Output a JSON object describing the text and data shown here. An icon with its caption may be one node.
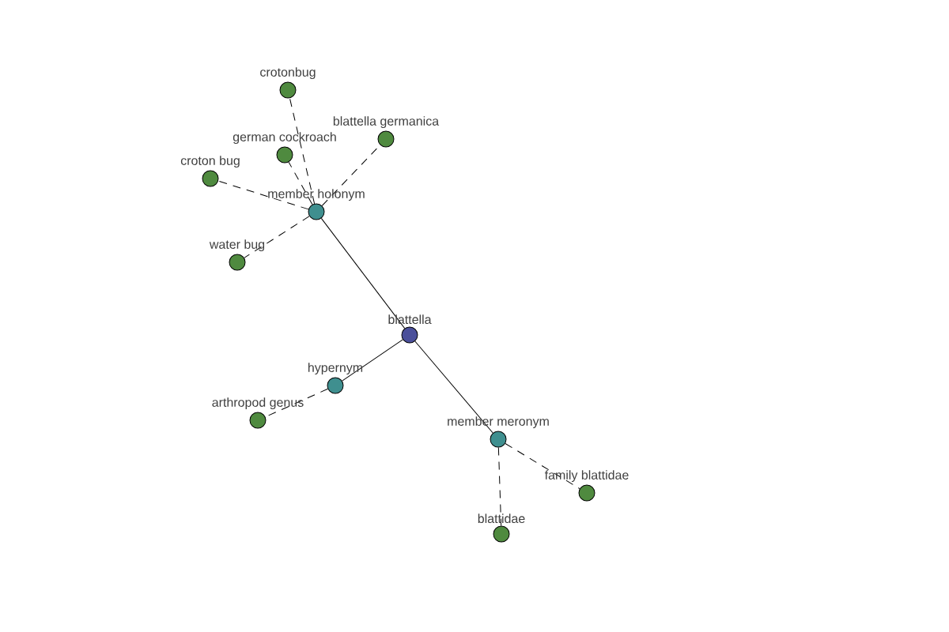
{
  "diagram": {
    "nodes": [
      {
        "text": [
          "blattella"
        ]
      },
      {
        "text": [
          "member holonym"
        ]
      },
      {
        "text": [
          "crotonbug"
        ]
      },
      {
        "text": [
          "german cockroach"
        ]
      },
      {
        "text": [
          "blattella germanica"
        ]
      },
      {
        "text": [
          "croton bug"
        ]
      },
      {
        "text": [
          "water bug"
        ]
      },
      {
        "text": [
          "hypernym"
        ]
      },
      {
        "text": [
          "arthropod genus"
        ]
      },
      {
        "text": [
          "member meronym"
        ]
      },
      {
        "text": [
          "family blattidae"
        ]
      },
      {
        "text": [
          "blattidae"
        ]
      }
    ],
    "edges": [
      {
        "from": 0,
        "to": 1,
        "arrow": "none"
      },
      {
        "from": 1,
        "to": 2,
        "arrow": "none",
        "style": "dashed"
      },
      {
        "from": 1,
        "to": 3,
        "arrow": "none",
        "style": "dashed"
      },
      {
        "from": 1,
        "to": 4,
        "arrow": "none",
        "style": "dashed"
      },
      {
        "from": 1,
        "to": 5,
        "arrow": "none",
        "style": "dashed"
      },
      {
        "from": 1,
        "to": 6,
        "arrow": "none",
        "style": "dashed"
      },
      {
        "from": 0,
        "to": 7,
        "arrow": "none"
      },
      {
        "from": 7,
        "to": 8,
        "arrow": "none",
        "style": "dashed"
      },
      {
        "from": 0,
        "to": 9,
        "arrow": "none"
      },
      {
        "from": 9,
        "to": 10,
        "arrow": "none",
        "style": "dashed"
      },
      {
        "from": 9,
        "to": 11,
        "arrow": "none",
        "style": "dashed"
      }
    ]
  }
}
